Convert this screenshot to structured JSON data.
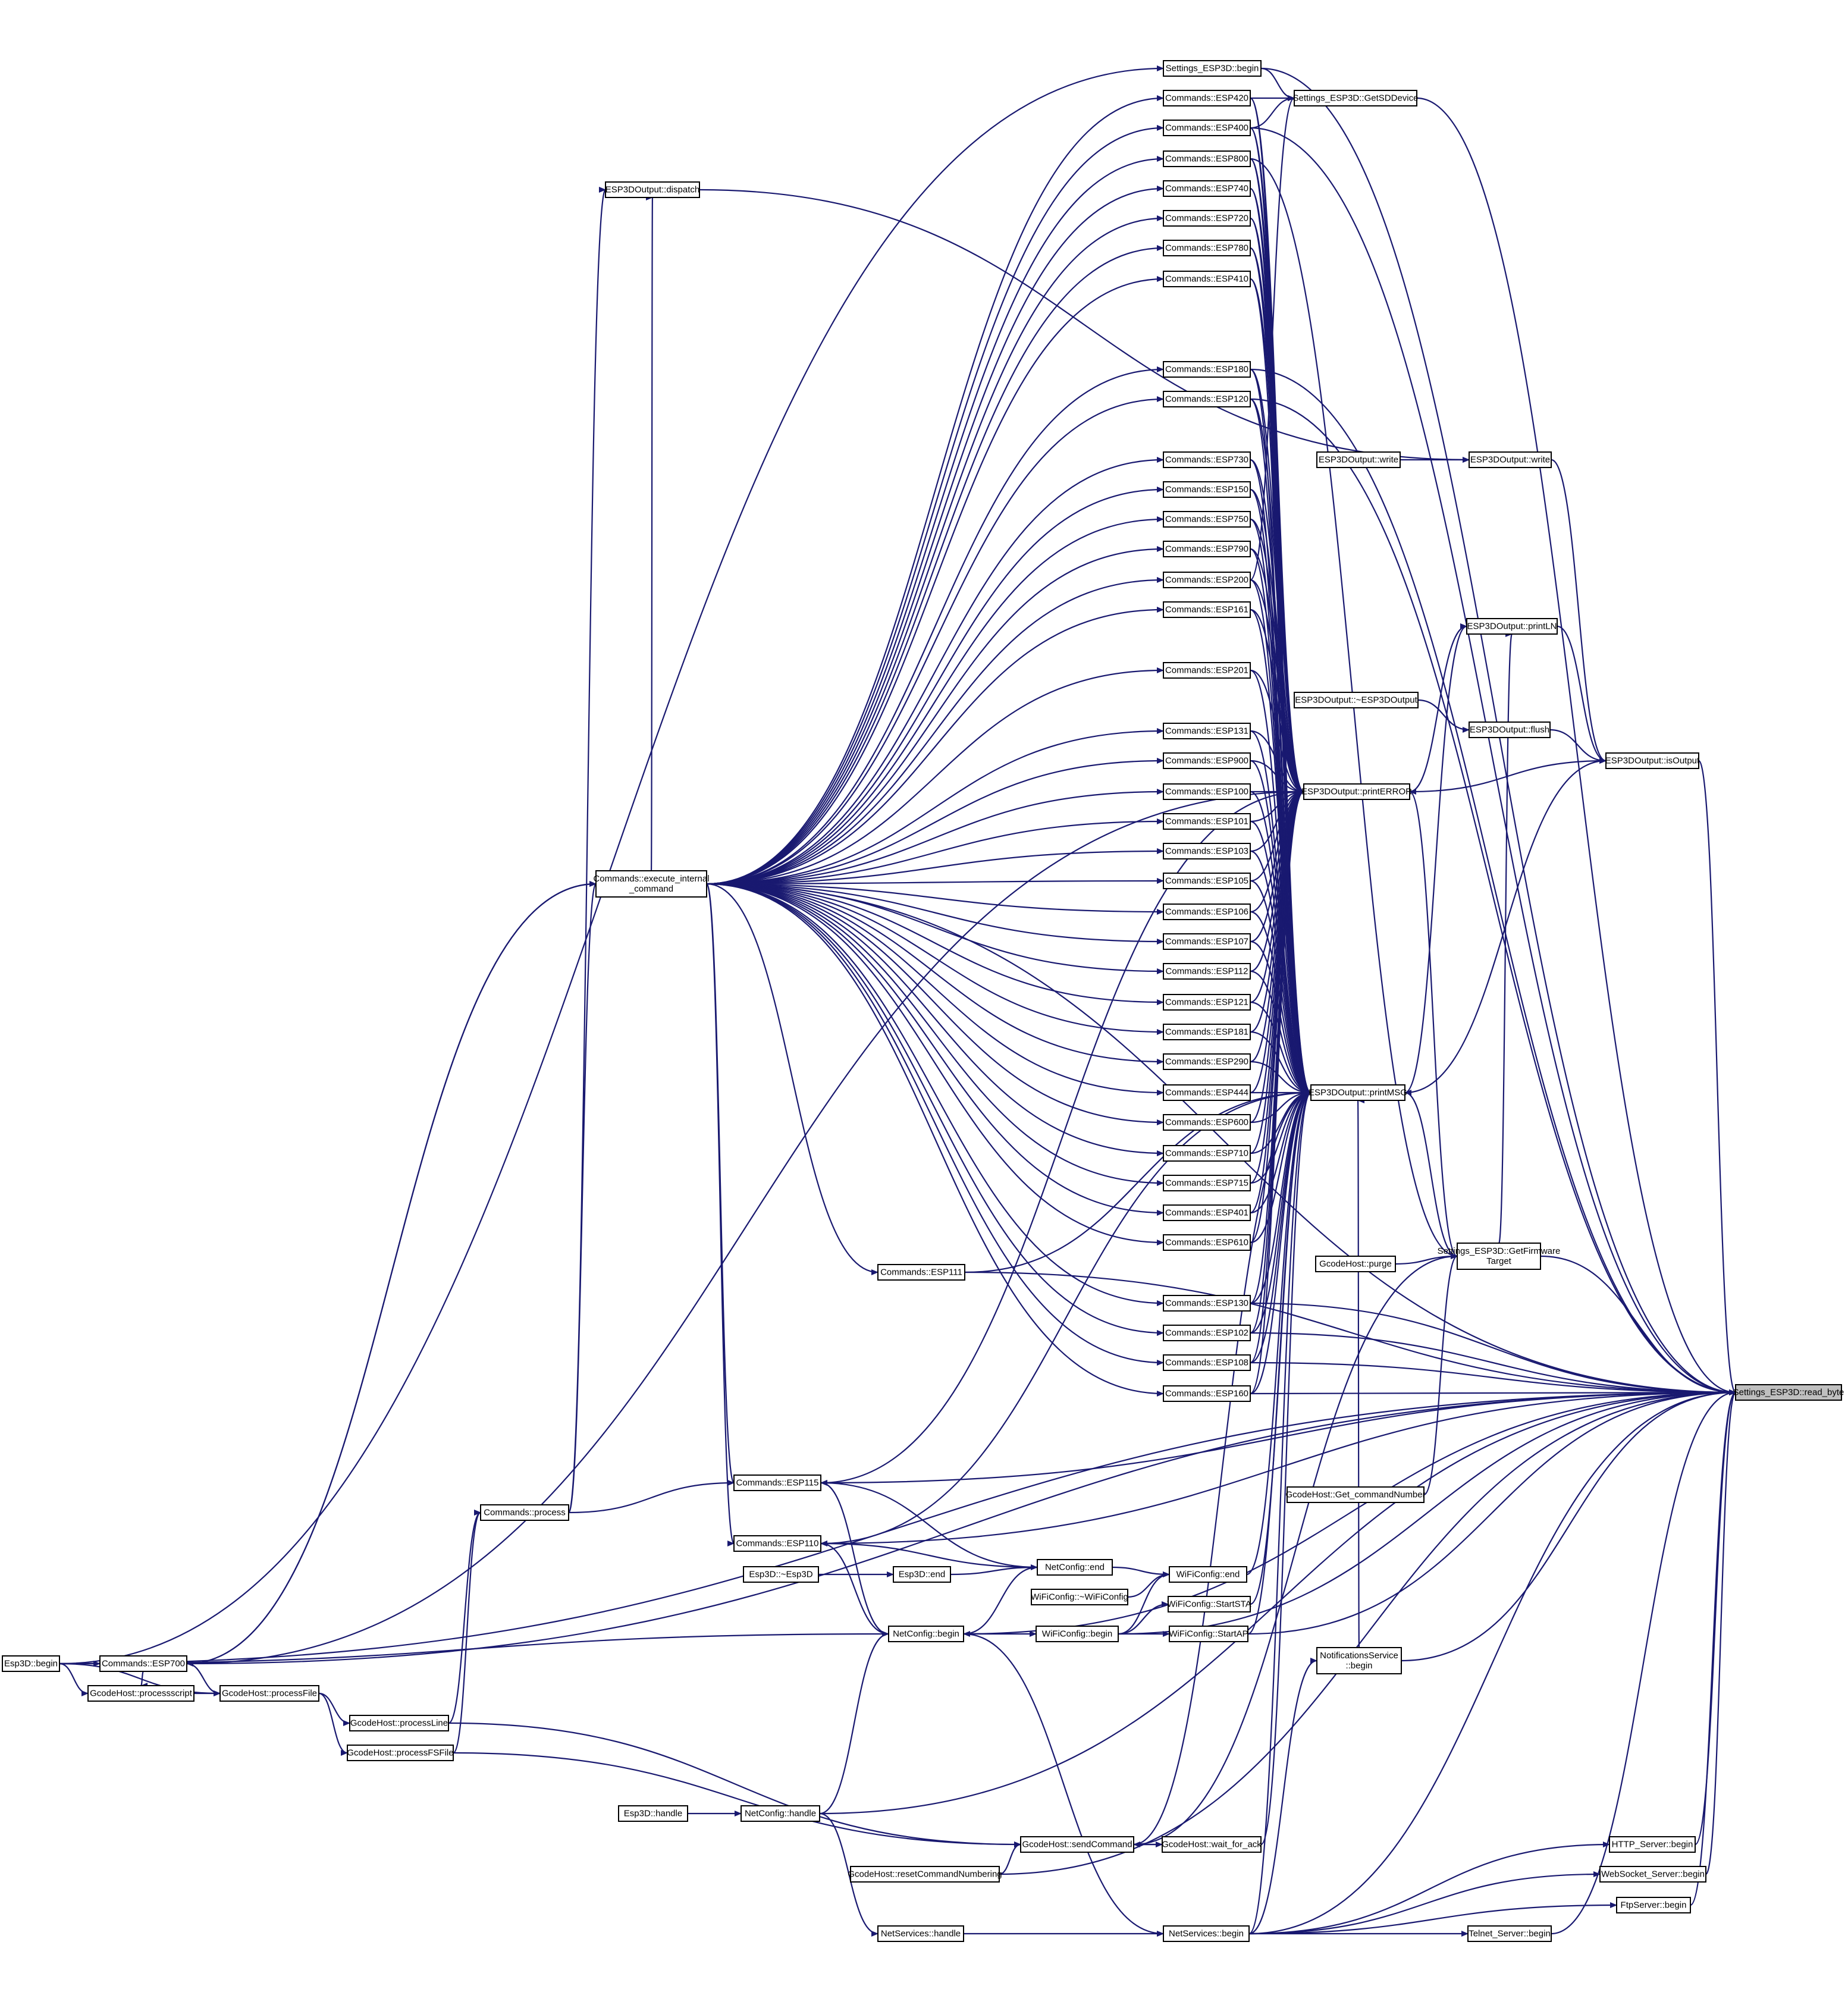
{
  "diagram": {
    "target": "Settings_ESP3D::read_byte",
    "colors": {
      "edge": "#191970",
      "node_border": "#000000",
      "target_fill": "#bfbfbf",
      "node_fill": "#ffffff"
    },
    "nodes": [
      {
        "id": "read_byte",
        "lines": [
          "Settings_ESP3D::read_byte"
        ]
      },
      {
        "id": "settings_begin",
        "lines": [
          "Settings_ESP3D::begin"
        ]
      },
      {
        "id": "getsd",
        "lines": [
          "Settings_ESP3D::GetSDDevice"
        ]
      },
      {
        "id": "fwtarget",
        "lines": [
          "Settings_ESP3D::GetFirmware",
          "Target"
        ]
      },
      {
        "id": "isoutput",
        "lines": [
          "ESP3DOutput::isOutput"
        ]
      },
      {
        "id": "println",
        "lines": [
          "ESP3DOutput::printLN"
        ]
      },
      {
        "id": "write2",
        "lines": [
          "ESP3DOutput::write"
        ]
      },
      {
        "id": "write1",
        "lines": [
          "ESP3DOutput::write"
        ]
      },
      {
        "id": "dtor_out",
        "lines": [
          "ESP3DOutput::~ESP3DOutput"
        ]
      },
      {
        "id": "flush",
        "lines": [
          "ESP3DOutput::flush"
        ]
      },
      {
        "id": "printerror",
        "lines": [
          "ESP3DOutput::printERROR"
        ]
      },
      {
        "id": "printmsg",
        "lines": [
          "ESP3DOutput::printMSG"
        ]
      },
      {
        "id": "dispatch",
        "lines": [
          "ESP3DOutput::dispatch"
        ]
      },
      {
        "id": "exec",
        "lines": [
          "Commands::execute_internal",
          "_command"
        ]
      },
      {
        "id": "process",
        "lines": [
          "Commands::process"
        ]
      },
      {
        "id": "esp420",
        "lines": [
          "Commands::ESP420"
        ]
      },
      {
        "id": "esp400",
        "lines": [
          "Commands::ESP400"
        ]
      },
      {
        "id": "esp800",
        "lines": [
          "Commands::ESP800"
        ]
      },
      {
        "id": "esp740",
        "lines": [
          "Commands::ESP740"
        ]
      },
      {
        "id": "esp720",
        "lines": [
          "Commands::ESP720"
        ]
      },
      {
        "id": "esp780",
        "lines": [
          "Commands::ESP780"
        ]
      },
      {
        "id": "esp410",
        "lines": [
          "Commands::ESP410"
        ]
      },
      {
        "id": "esp180",
        "lines": [
          "Commands::ESP180"
        ]
      },
      {
        "id": "esp120",
        "lines": [
          "Commands::ESP120"
        ]
      },
      {
        "id": "esp730",
        "lines": [
          "Commands::ESP730"
        ]
      },
      {
        "id": "esp150",
        "lines": [
          "Commands::ESP150"
        ]
      },
      {
        "id": "esp750",
        "lines": [
          "Commands::ESP750"
        ]
      },
      {
        "id": "esp790",
        "lines": [
          "Commands::ESP790"
        ]
      },
      {
        "id": "esp200",
        "lines": [
          "Commands::ESP200"
        ]
      },
      {
        "id": "esp161",
        "lines": [
          "Commands::ESP161"
        ]
      },
      {
        "id": "esp201",
        "lines": [
          "Commands::ESP201"
        ]
      },
      {
        "id": "esp131",
        "lines": [
          "Commands::ESP131"
        ]
      },
      {
        "id": "esp900",
        "lines": [
          "Commands::ESP900"
        ]
      },
      {
        "id": "esp100",
        "lines": [
          "Commands::ESP100"
        ]
      },
      {
        "id": "esp101",
        "lines": [
          "Commands::ESP101"
        ]
      },
      {
        "id": "esp103",
        "lines": [
          "Commands::ESP103"
        ]
      },
      {
        "id": "esp105",
        "lines": [
          "Commands::ESP105"
        ]
      },
      {
        "id": "esp106",
        "lines": [
          "Commands::ESP106"
        ]
      },
      {
        "id": "esp107",
        "lines": [
          "Commands::ESP107"
        ]
      },
      {
        "id": "esp112",
        "lines": [
          "Commands::ESP112"
        ]
      },
      {
        "id": "esp121",
        "lines": [
          "Commands::ESP121"
        ]
      },
      {
        "id": "esp181",
        "lines": [
          "Commands::ESP181"
        ]
      },
      {
        "id": "esp290",
        "lines": [
          "Commands::ESP290"
        ]
      },
      {
        "id": "esp444",
        "lines": [
          "Commands::ESP444"
        ]
      },
      {
        "id": "esp600",
        "lines": [
          "Commands::ESP600"
        ]
      },
      {
        "id": "esp710",
        "lines": [
          "Commands::ESP710"
        ]
      },
      {
        "id": "esp715",
        "lines": [
          "Commands::ESP715"
        ]
      },
      {
        "id": "esp401",
        "lines": [
          "Commands::ESP401"
        ]
      },
      {
        "id": "esp610",
        "lines": [
          "Commands::ESP610"
        ]
      },
      {
        "id": "esp111",
        "lines": [
          "Commands::ESP111"
        ]
      },
      {
        "id": "esp130",
        "lines": [
          "Commands::ESP130"
        ]
      },
      {
        "id": "esp102",
        "lines": [
          "Commands::ESP102"
        ]
      },
      {
        "id": "esp108",
        "lines": [
          "Commands::ESP108"
        ]
      },
      {
        "id": "esp160",
        "lines": [
          "Commands::ESP160"
        ]
      },
      {
        "id": "esp115",
        "lines": [
          "Commands::ESP115"
        ]
      },
      {
        "id": "esp110",
        "lines": [
          "Commands::ESP110"
        ]
      },
      {
        "id": "esp700",
        "lines": [
          "Commands::ESP700"
        ]
      },
      {
        "id": "gc_purge",
        "lines": [
          "GcodeHost::purge"
        ]
      },
      {
        "id": "gc_getcmd",
        "lines": [
          "GcodeHost::Get_commandNumber"
        ]
      },
      {
        "id": "netcfg_end",
        "lines": [
          "NetConfig::end"
        ]
      },
      {
        "id": "wifi_end",
        "lines": [
          "WiFiConfig::end"
        ]
      },
      {
        "id": "wifi_dtor",
        "lines": [
          "WiFiConfig::~WiFiConfig"
        ]
      },
      {
        "id": "wifi_sta",
        "lines": [
          "WiFiConfig::StartSTA"
        ]
      },
      {
        "id": "wifi_ap",
        "lines": [
          "WiFiConfig::StartAP"
        ]
      },
      {
        "id": "wifi_begin",
        "lines": [
          "WiFiConfig::begin"
        ]
      },
      {
        "id": "netcfg_begin",
        "lines": [
          "NetConfig::begin"
        ]
      },
      {
        "id": "esp3d_dtor",
        "lines": [
          "Esp3D::~Esp3D"
        ]
      },
      {
        "id": "esp3d_end",
        "lines": [
          "Esp3D::end"
        ]
      },
      {
        "id": "notif_begin",
        "lines": [
          "NotificationsService",
          "::begin"
        ]
      },
      {
        "id": "esp3d_begin",
        "lines": [
          "Esp3D::begin"
        ]
      },
      {
        "id": "gc_script",
        "lines": [
          "GcodeHost::processscript"
        ]
      },
      {
        "id": "gc_file",
        "lines": [
          "GcodeHost::processFile"
        ]
      },
      {
        "id": "gc_line",
        "lines": [
          "GcodeHost::processLine"
        ]
      },
      {
        "id": "gc_fsfile",
        "lines": [
          "GcodeHost::processFSFile"
        ]
      },
      {
        "id": "esp3d_handle",
        "lines": [
          "Esp3D::handle"
        ]
      },
      {
        "id": "netcfg_handle",
        "lines": [
          "NetConfig::handle"
        ]
      },
      {
        "id": "gc_send",
        "lines": [
          "GcodeHost::sendCommand"
        ]
      },
      {
        "id": "gc_wait",
        "lines": [
          "GcodeHost::wait_for_ack"
        ]
      },
      {
        "id": "gc_reset",
        "lines": [
          "GcodeHost::resetCommandNumbering"
        ]
      },
      {
        "id": "http_begin",
        "lines": [
          "HTTP_Server::begin"
        ]
      },
      {
        "id": "ws_begin",
        "lines": [
          "WebSocket_Server::begin"
        ]
      },
      {
        "id": "ftp_begin",
        "lines": [
          "FtpServer::begin"
        ]
      },
      {
        "id": "telnet_begin",
        "lines": [
          "Telnet_Server::begin"
        ]
      },
      {
        "id": "netsvc_begin",
        "lines": [
          "NetServices::begin"
        ]
      },
      {
        "id": "netsvc_handle",
        "lines": [
          "NetServices::handle"
        ]
      }
    ]
  }
}
